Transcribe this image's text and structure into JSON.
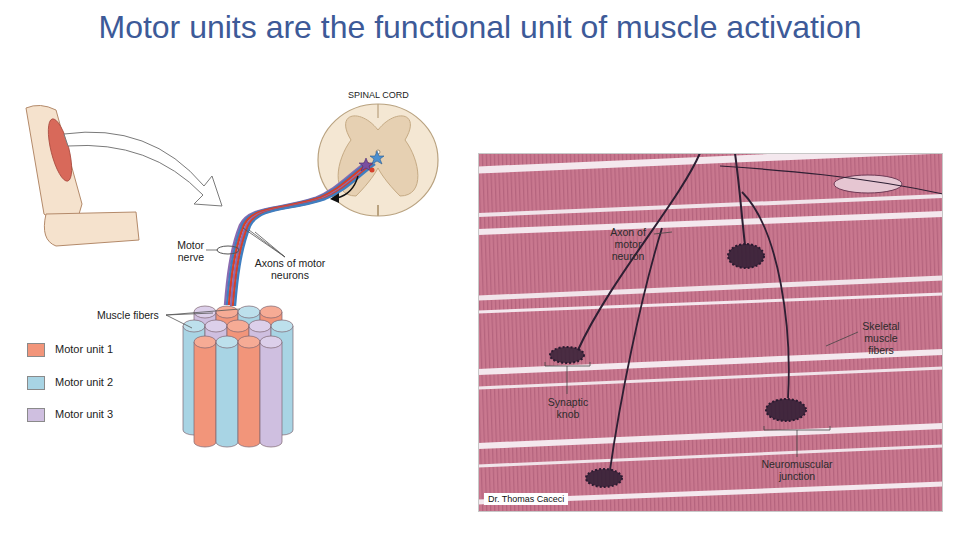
{
  "diagram": {
    "title": "Motor units are the functional unit of muscle activation",
    "nodes": [
      {
        "text": [
          "Dr. Thomas Caceci"
        ]
      }
    ],
    "labels": [
      "SPINAL CORD",
      "Motor nerve",
      "Axons of motor neurons",
      "Muscle fibers",
      "Axon of motor neuron",
      "Skeletal muscle fibers",
      "Synaptic knob",
      "Neuromuscular junction"
    ],
    "legend": [
      {
        "text": "Motor unit 1",
        "color": "#f2957a"
      },
      {
        "text": "Motor unit 2",
        "color": "#a8d4e4"
      },
      {
        "text": "Motor unit 3",
        "color": "#cfbfe0"
      }
    ]
  }
}
